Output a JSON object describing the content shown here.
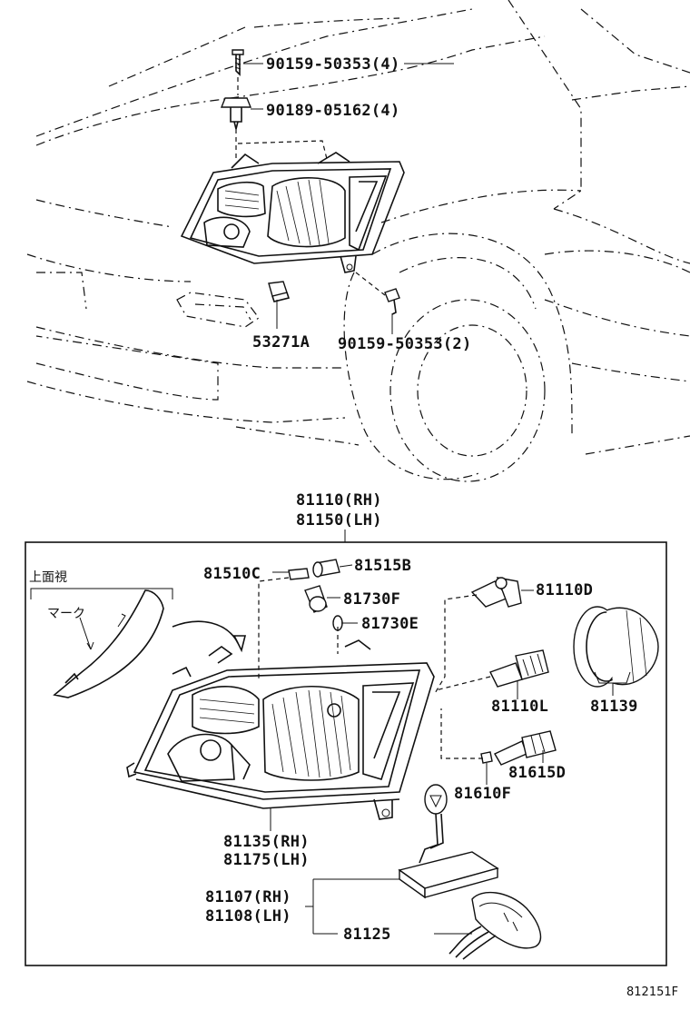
{
  "callouts": {
    "bolt_top": "90159-50353(4)",
    "clip_top": "90189-05162(4)",
    "nut": "53271A",
    "bolt_lower": "90159-50353(2)",
    "assy_rh": "81110(RH)",
    "assy_lh": "81150(LH)",
    "bulb_socket_c": "81510C",
    "bulb_b": "81515B",
    "bulb_f": "81730F",
    "bulb_e": "81730E",
    "bulb_d": "81110D",
    "bulb_l": "81110L",
    "cover": "81139",
    "socket_d": "81615D",
    "bulb_610f": "81610F",
    "lens_rh": "81135(RH)",
    "lens_lh": "81175(LH)",
    "computer_rh": "81107(RH)",
    "computer_lh": "81108(LH)",
    "wire": "81125"
  },
  "annotations": {
    "top_view": "上面視",
    "mark": "マーク"
  },
  "figure_id": "812151F"
}
